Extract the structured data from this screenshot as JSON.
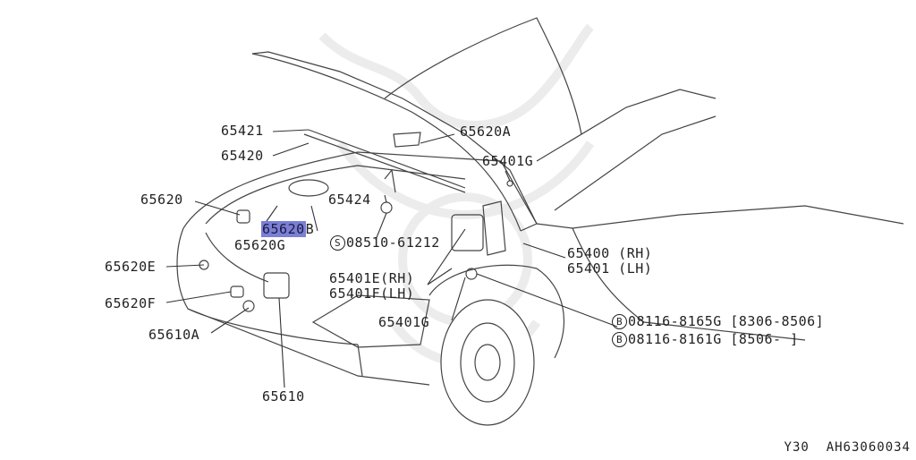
{
  "callouts": {
    "c65421": "65421",
    "c65420": "65420",
    "c65620": "65620",
    "c65620b": "65620",
    "c65620b_suffix": "B",
    "c65620g": "65620G",
    "c65620e": "65620E",
    "c65620f": "65620F",
    "c65610a": "65610A",
    "c65610": "65610",
    "c65620a": "65620A",
    "c65401g_top": "65401G",
    "c65424": "65424",
    "screw_symbol": "S",
    "c08510": "08510-61212",
    "c65400": "65400 (RH)",
    "c65401": "65401 (LH)",
    "c65401e": "65401E(RH)",
    "c65401f": "65401F(LH)",
    "c65401g_bottom": "65401G",
    "bolt_symbol": "B",
    "c08116_8165": "08116-8165G [8306-8506]",
    "c08116_8161": "08116-8161G [8506-  ]"
  },
  "highlight_color": "#7b7fd6",
  "footer": {
    "model": "Y30",
    "code": "AH63060034"
  }
}
